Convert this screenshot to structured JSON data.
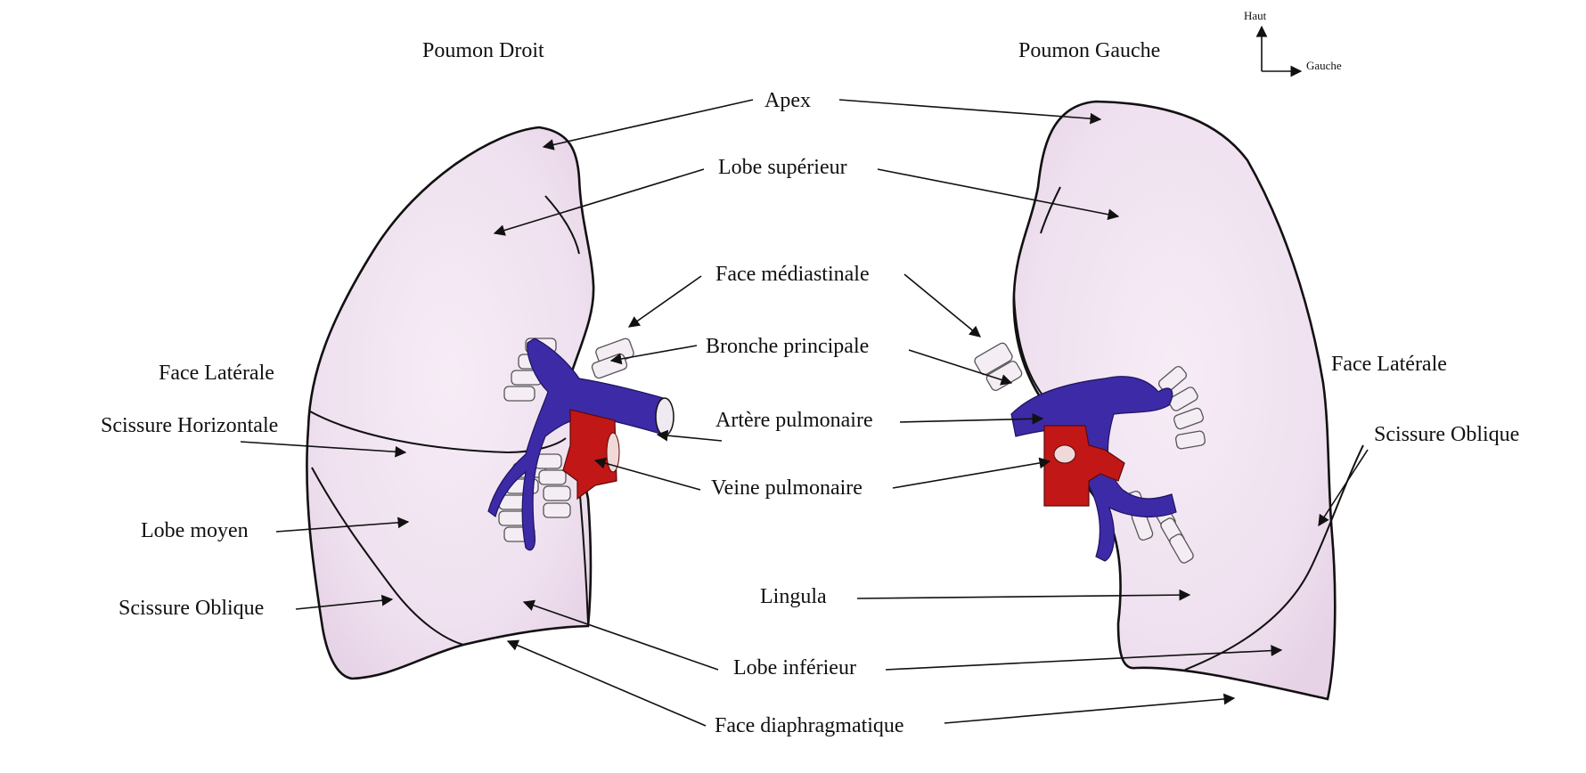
{
  "headers": {
    "right_lung": "Poumon Droit",
    "left_lung": "Poumon Gauche"
  },
  "orientation": {
    "up": "Haut",
    "left": "Gauche"
  },
  "labels": {
    "apex": "Apex",
    "lobe_superieur": "Lobe supérieur",
    "face_mediastinale": "Face médiastinale",
    "bronche_principale": "Bronche principale",
    "artere_pulmonaire": "Artère pulmonaire",
    "veine_pulmonaire": "Veine pulmonaire",
    "lingula": "Lingula",
    "lobe_inferieur": "Lobe inférieur",
    "face_diaphragmatique": "Face diaphragmatique",
    "face_laterale_droite": "Face Latérale",
    "scissure_horizontale": "Scissure  Horizontale",
    "lobe_moyen": "Lobe moyen",
    "scissure_oblique_droite": "Scissure  Oblique",
    "face_laterale_gauche": "Face Latérale",
    "scissure_oblique_gauche": "Scissure  Oblique"
  },
  "colors": {
    "lung_tissue": "#efe1ef",
    "artery": "#3d2aa6",
    "vein": "#c21717",
    "bronchus": "#f4eef4",
    "outline": "#111111"
  }
}
